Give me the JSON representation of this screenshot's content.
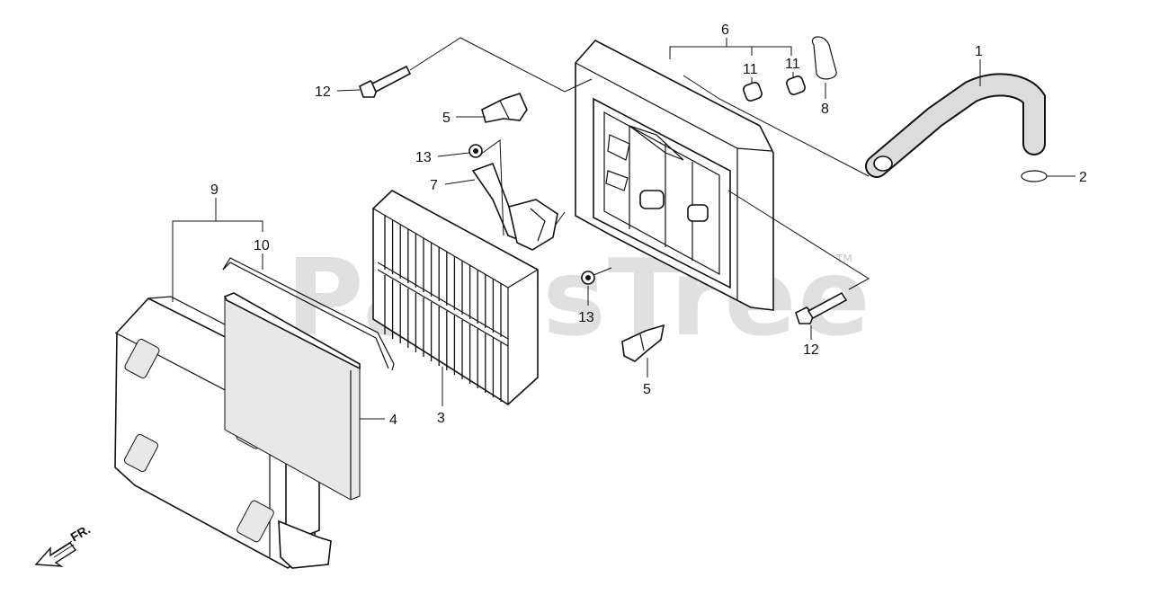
{
  "watermark": {
    "text": "PartsTree",
    "trademark": "TM"
  },
  "direction_label": "FR.",
  "callouts": [
    {
      "id": "c1",
      "text": "1"
    },
    {
      "id": "c2",
      "text": "2"
    },
    {
      "id": "c3",
      "text": "3"
    },
    {
      "id": "c4",
      "text": "4"
    },
    {
      "id": "c5a",
      "text": "5"
    },
    {
      "id": "c5b",
      "text": "5"
    },
    {
      "id": "c6",
      "text": "6"
    },
    {
      "id": "c7",
      "text": "7"
    },
    {
      "id": "c8",
      "text": "8"
    },
    {
      "id": "c9",
      "text": "9"
    },
    {
      "id": "c10",
      "text": "10"
    },
    {
      "id": "c11a",
      "text": "11"
    },
    {
      "id": "c11b",
      "text": "11"
    },
    {
      "id": "c12a",
      "text": "12"
    },
    {
      "id": "c12b",
      "text": "12"
    },
    {
      "id": "c13a",
      "text": "13"
    },
    {
      "id": "c13b",
      "text": "13"
    }
  ]
}
